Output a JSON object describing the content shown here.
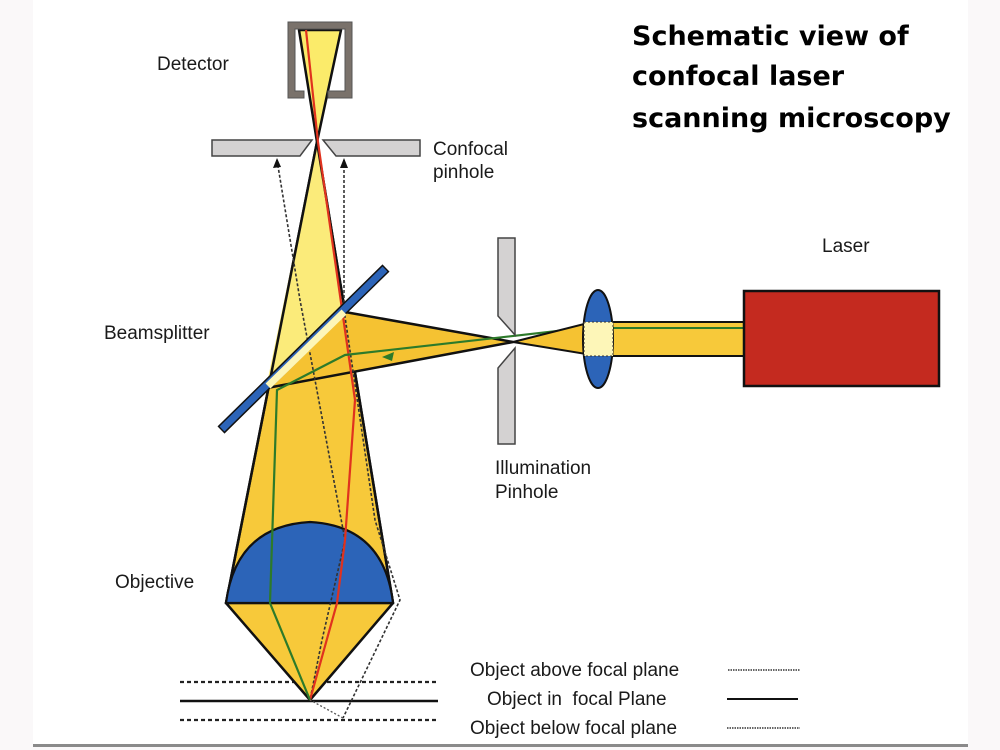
{
  "title": {
    "lines": [
      "Schematic view of",
      "confocal laser",
      "scanning microscopy"
    ]
  },
  "labels": {
    "detector": "Detector",
    "confocal_pinhole": [
      "Confocal",
      "pinhole"
    ],
    "laser": "Laser",
    "beamsplitter": "Beamsplitter",
    "illumination_pinhole": [
      "Illumination",
      "Pinhole"
    ],
    "objective": "Objective"
  },
  "legend": [
    {
      "label": "Object above focal plane",
      "line_style": "dotted"
    },
    {
      "label": "Object in  focal Plane",
      "line_style": "solid"
    },
    {
      "label": "Object below focal plane",
      "line_style": "dotted"
    }
  ],
  "colors": {
    "beam_yellow": "#f7c93a",
    "beam_light_yellow": "#fbeb7a",
    "pale_yellow": "#fdf6b8",
    "optic_blue": "#2c64b8",
    "laser_red": "#c42a1f",
    "red_ray": "#e0321e",
    "green_ray": "#2d7a2a",
    "pinhole_gray": "#d4d2d2",
    "detector_gray": "#7a726b",
    "outline": "#111111"
  }
}
